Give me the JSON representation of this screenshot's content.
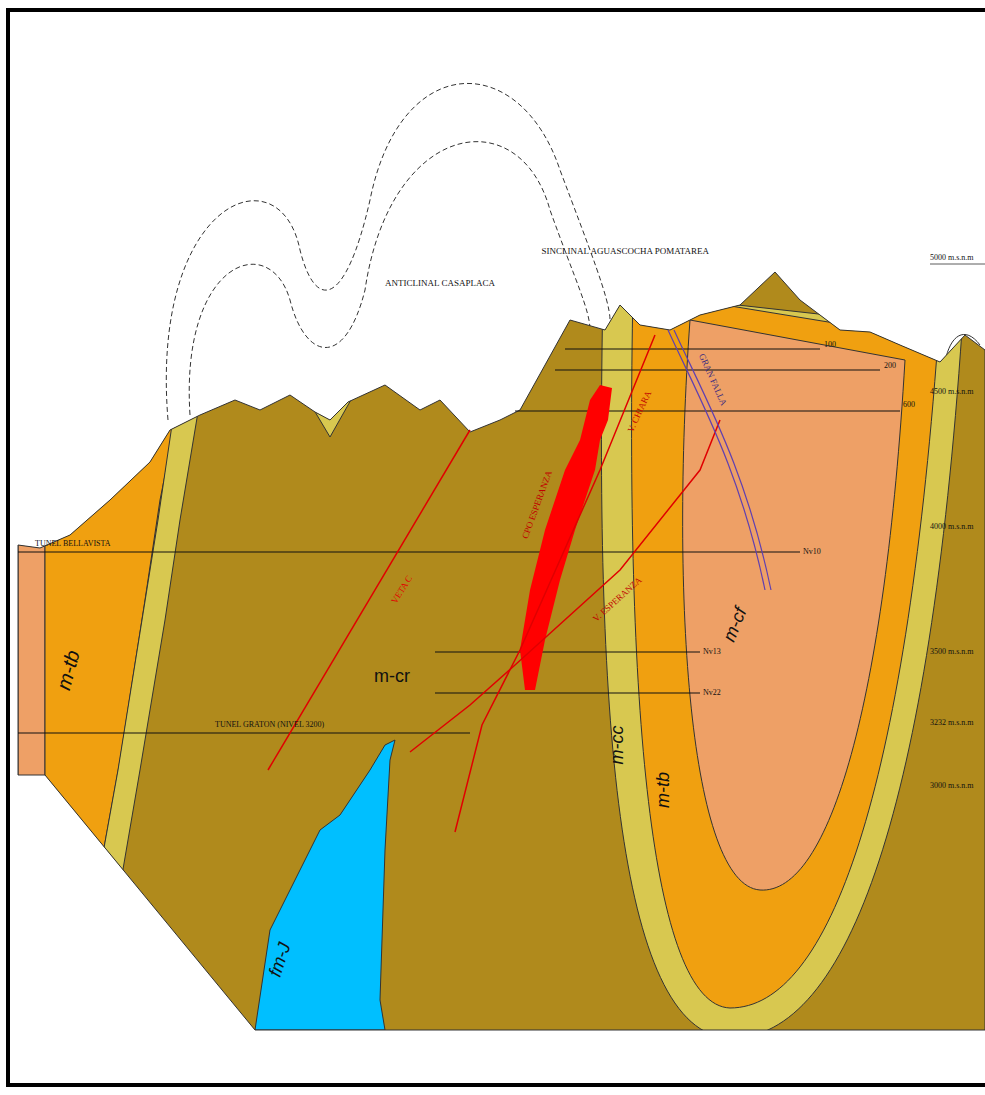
{
  "diagram": {
    "labels": [
      "ANTICLINAL CASAPLACA",
      "SINCLINAL AGUASCOCHA POMATAREA",
      "5000 m.s.n.m",
      "4500 m.s.n.m",
      "4000 m.s.n.m",
      "3500 m.s.n.m",
      "3232 m.s.n.m",
      "3000 m.s.n.m",
      "100",
      "200",
      "600",
      "TUNEL BELLAVISTA",
      "Nv10",
      "Nv13",
      "Nv22",
      "TUNEL GRATON (NIVEL 3200)",
      "VETA C",
      "CPO ESPERANZA",
      "V. CHIARA",
      "V. ESPERANZA",
      "GRAN FALLA",
      "m-tb",
      "m-cr",
      "m-cc",
      "m-tb",
      "m-cf",
      "fm-J"
    ]
  }
}
